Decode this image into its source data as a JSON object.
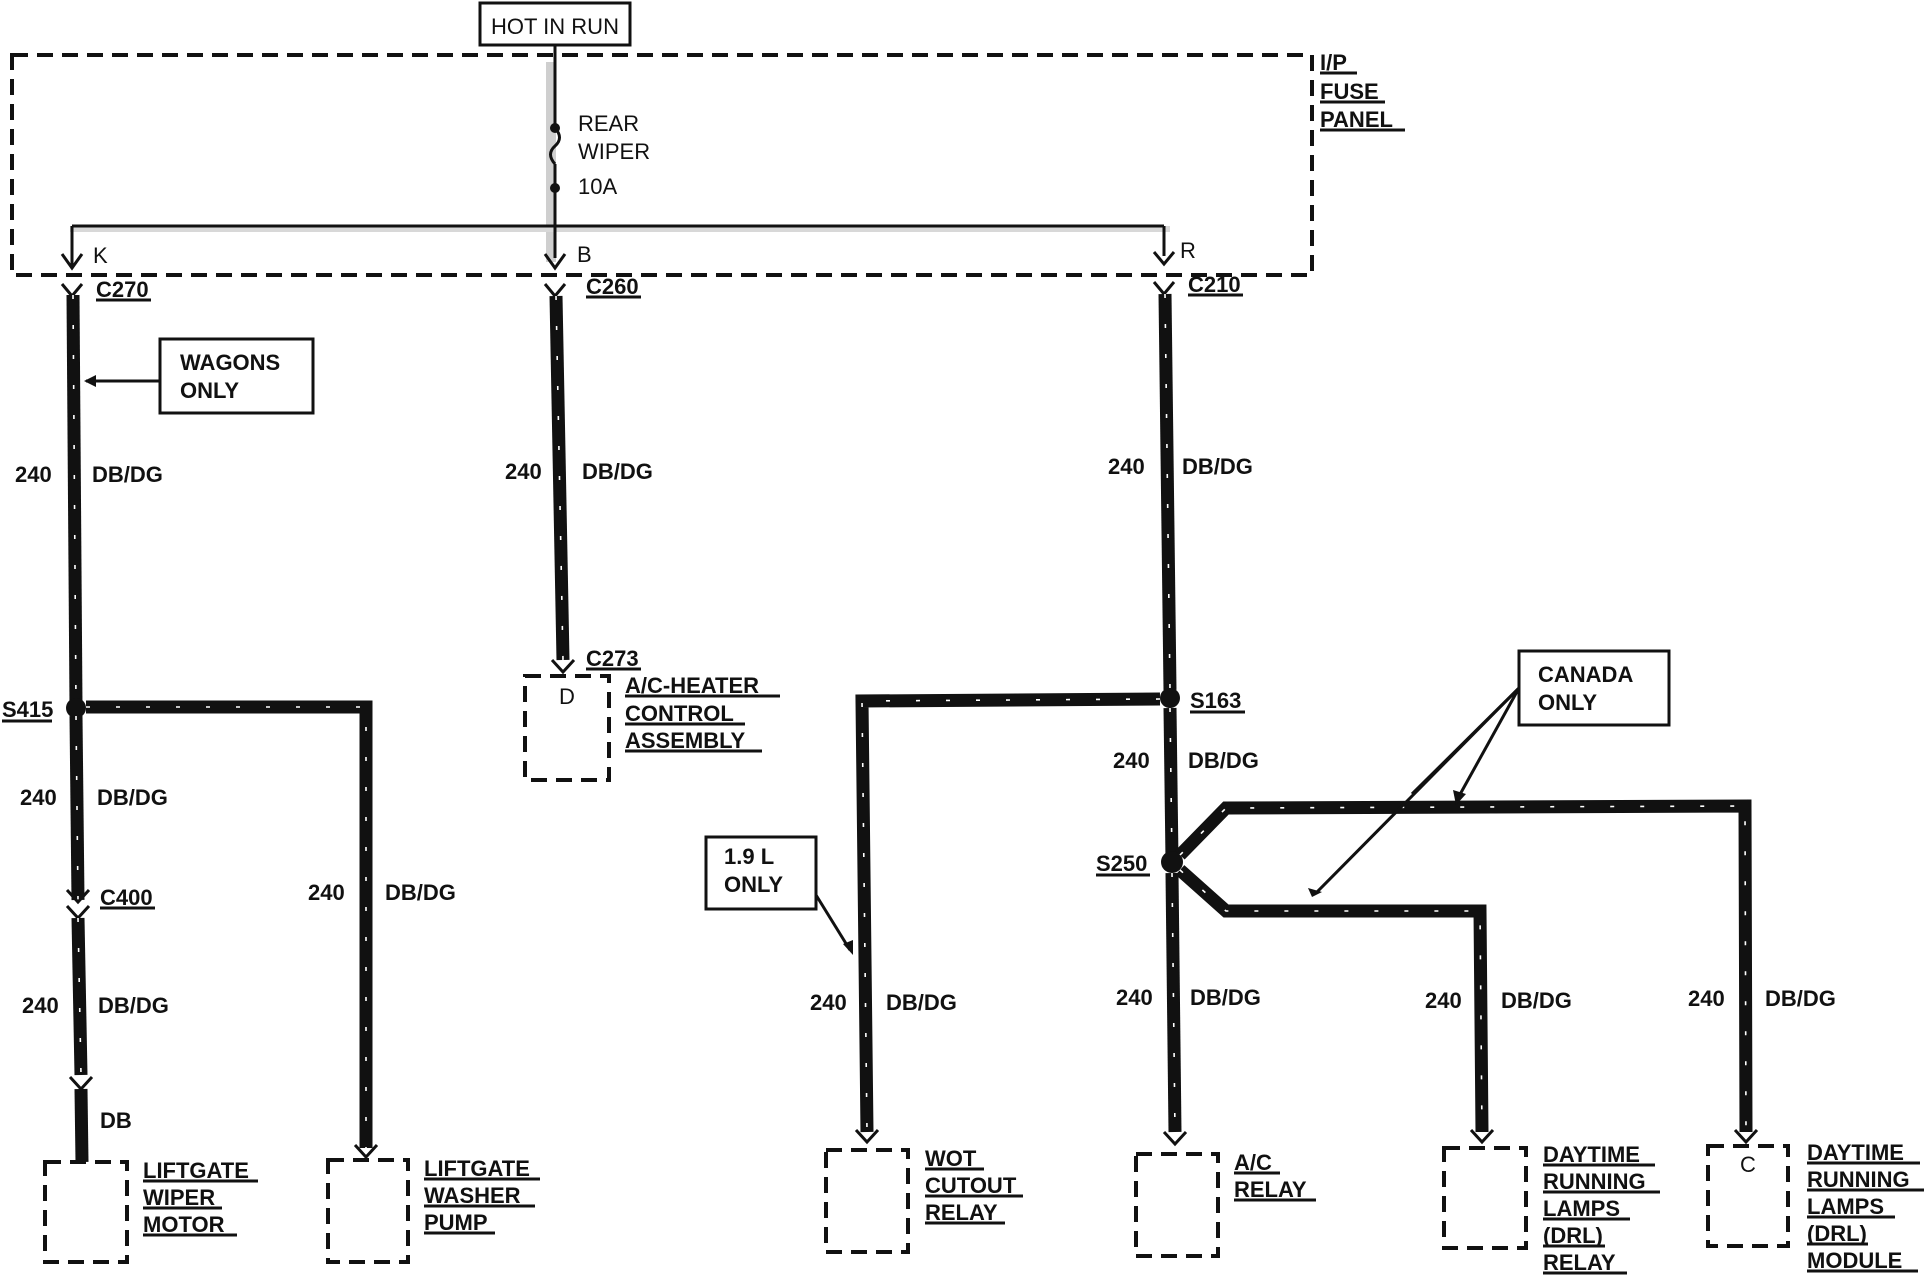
{
  "labels": {
    "hot_in_run": "HOT IN RUN",
    "ip": "I/P",
    "fuse": "FUSE",
    "panel": "PANEL",
    "fuse_name_1": "REAR",
    "fuse_name_2": "WIPER",
    "fuse_rating": "10A",
    "pin_k": "K",
    "pin_b": "B",
    "pin_r": "R",
    "c270": "C270",
    "c260": "C260",
    "c210": "C210",
    "wagons_1": "WAGONS",
    "wagons_2": "ONLY",
    "canada_1": "CANADA",
    "canada_2": "ONLY",
    "l19_1": "1.9 L",
    "l19_2": "ONLY",
    "c273": "C273",
    "pin_d": "D",
    "ac_heater_1": "A/C-HEATER",
    "ac_heater_2": "CONTROL",
    "ac_heater_3": "ASSEMBLY",
    "s415": "S415",
    "s163": "S163",
    "s250": "S250",
    "c400": "C400",
    "db": "DB",
    "circuit": "240",
    "color": "DB/DG",
    "liftgate_wiper_1": "LIFTGATE",
    "liftgate_wiper_2": "WIPER",
    "liftgate_wiper_3": "MOTOR",
    "liftgate_washer_1": "LIFTGATE",
    "liftgate_washer_2": "WASHER",
    "liftgate_washer_3": "PUMP",
    "wot_1": "WOT",
    "wot_2": "CUTOUT",
    "wot_3": "RELAY",
    "ac_relay_1": "A/C",
    "ac_relay_2": "RELAY",
    "drl_relay_1": "DAYTIME",
    "drl_relay_2": "RUNNING",
    "drl_relay_3": "LAMPS",
    "drl_relay_4": "(DRL)",
    "drl_relay_5": "RELAY",
    "pin_c": "C",
    "drl_module_1": "DAYTIME",
    "drl_module_2": "RUNNING",
    "drl_module_3": "LAMPS",
    "drl_module_4": "(DRL)",
    "drl_module_5": "MODULE"
  }
}
